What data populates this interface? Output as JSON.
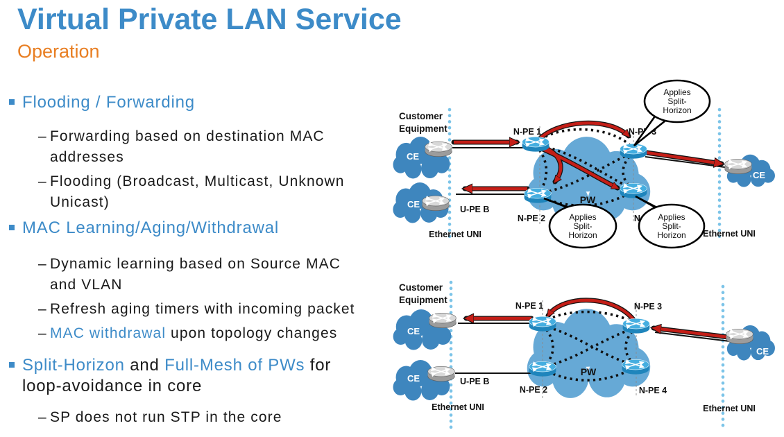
{
  "slide": {
    "title": "Virtual Private LAN Service",
    "subtitle": "Operation"
  },
  "outline": {
    "dash": "–",
    "section1": {
      "heading": "Flooding / Forwarding",
      "item1": "Forwarding based on destination MAC addresses",
      "item2": "Flooding (Broadcast, Multicast, Unknown Unicast)"
    },
    "section2": {
      "heading": "MAC Learning/Aging/Withdrawal",
      "item1": "Dynamic learning based on Source MAC and VLAN",
      "item2": "Refresh aging timers with incoming packet",
      "item3_highlight": "MAC withdrawal",
      "item3_rest": " upon topology changes"
    },
    "section3": {
      "heading_highlight1": "Split-Horizon",
      "heading_mid": " and ",
      "heading_highlight2": "Full-Mesh of PWs",
      "heading_rest": " for loop-avoidance in core",
      "item1": "SP does not run STP in the core"
    }
  },
  "diagram_top": {
    "customer_equipment_line1": "Customer",
    "customer_equipment_line2": "Equipment",
    "ce_left_top": "CE",
    "ce_left_bottom": "CE",
    "ce_right": "CE",
    "u_pe_b": "U-PE B",
    "n_pe_1": "N-PE 1",
    "n_pe_2": "N-PE 2",
    "n_pe_3": "N-PE 3",
    "n_pe_4": "N-PE 4",
    "pw": "PW",
    "ethernet_uni_left": "Ethernet UNI",
    "ethernet_uni_right": "Ethernet UNI",
    "bubble_line1": "Applies",
    "bubble_line2": "Split-",
    "bubble_line3": "Horizon"
  },
  "diagram_bottom": {
    "customer_equipment_line1": "Customer",
    "customer_equipment_line2": "Equipment",
    "ce_left_top": "CE",
    "ce_left_bottom": "CE",
    "ce_right": "CE",
    "u_pe_b": "U-PE B",
    "n_pe_1": "N-PE 1",
    "n_pe_2": "N-PE 2",
    "n_pe_3": "N-PE 3",
    "n_pe_4": "N-PE 4",
    "pw": "PW",
    "ethernet_uni_left": "Ethernet UNI",
    "ethernet_uni_right": "Ethernet UNI"
  },
  "colors": {
    "accent_blue": "#3D8BC8",
    "accent_orange": "#E87E22",
    "text_black": "#1A1A1A",
    "ce_cloud_blue": "#3E86BE",
    "pw_cloud_blue": "#66A9D6",
    "npe_router_blue": "#45AEE0",
    "ce_router_grey": "#9C9C9C",
    "arrow_red": "#C41E17",
    "uni_dotted_blue": "#7CC4E8"
  }
}
